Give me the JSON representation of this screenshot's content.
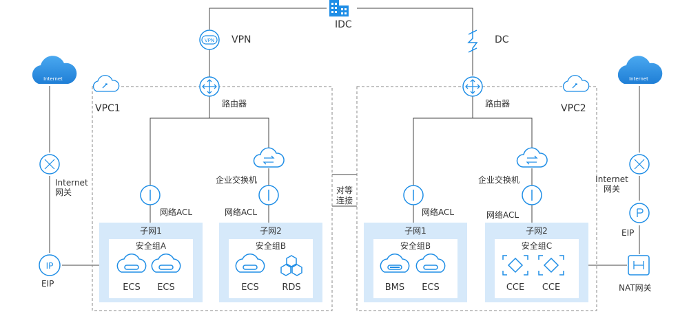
{
  "top": {
    "idc": "IDC",
    "vpn": "VPN",
    "dc": "DC",
    "vpn_badge": "VPN"
  },
  "vpc1": {
    "name": "VPC1",
    "router": "路由器",
    "switch": "企业交换机",
    "internet_gateway": "Internet\n网关",
    "eip": "EIP",
    "eip_badge": "IP",
    "subnet1": {
      "title": "子网1",
      "acl": "网络ACL",
      "sg": "安全组A",
      "resources": [
        "ECS",
        "ECS"
      ]
    },
    "subnet2": {
      "title": "子网2",
      "acl": "网络ACL",
      "sg": "安全组B",
      "resources": [
        "ECS",
        "RDS"
      ]
    }
  },
  "peering": "对等\n连接",
  "vpc2": {
    "name": "VPC2",
    "router": "路由器",
    "switch": "企业交换机",
    "internet_gateway": "Internet\n网关",
    "eip": "EIP",
    "nat": "NAT网关",
    "subnet1": {
      "title": "子网1",
      "acl": "网络ACL",
      "sg": "安全组B",
      "resources": [
        "BMS",
        "ECS"
      ]
    },
    "subnet2": {
      "title": "子网2",
      "acl": "网络ACL",
      "sg": "安全组C",
      "resources": [
        "CCE",
        "CCE"
      ]
    }
  },
  "internet_cloud_label": "Internet",
  "colors": {
    "accent": "#1f8ee6",
    "accent_light": "#5ab0f0",
    "subnet_bg": "#d6e9fa",
    "line": "#444444",
    "dash": "#888888"
  }
}
